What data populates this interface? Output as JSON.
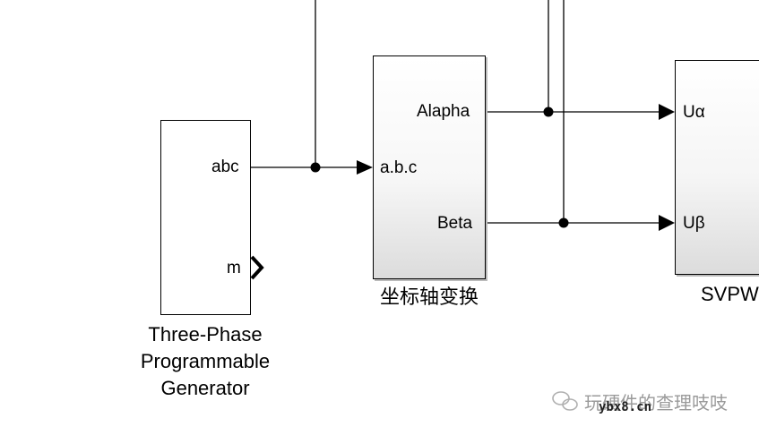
{
  "blocks": {
    "generator": {
      "port_abc": "abc",
      "port_m": "m",
      "caption_line1": "Three-Phase",
      "caption_line2": "Programmable",
      "caption_line3": "Generator"
    },
    "transform": {
      "port_in": "a.b.c",
      "port_alpha": "Alapha",
      "port_beta": "Beta",
      "caption": "坐标轴变换"
    },
    "svpwm": {
      "port_u_alpha": "Uα",
      "port_u_beta": "Uβ",
      "caption": "SVPW"
    }
  },
  "watermark": {
    "account": "玩硬件的查理吱吱",
    "site": "ybx8.cn"
  },
  "colors": {
    "line": "#000000",
    "block_shade": "#dcdcdc",
    "watermark": "#9a9a9a"
  }
}
